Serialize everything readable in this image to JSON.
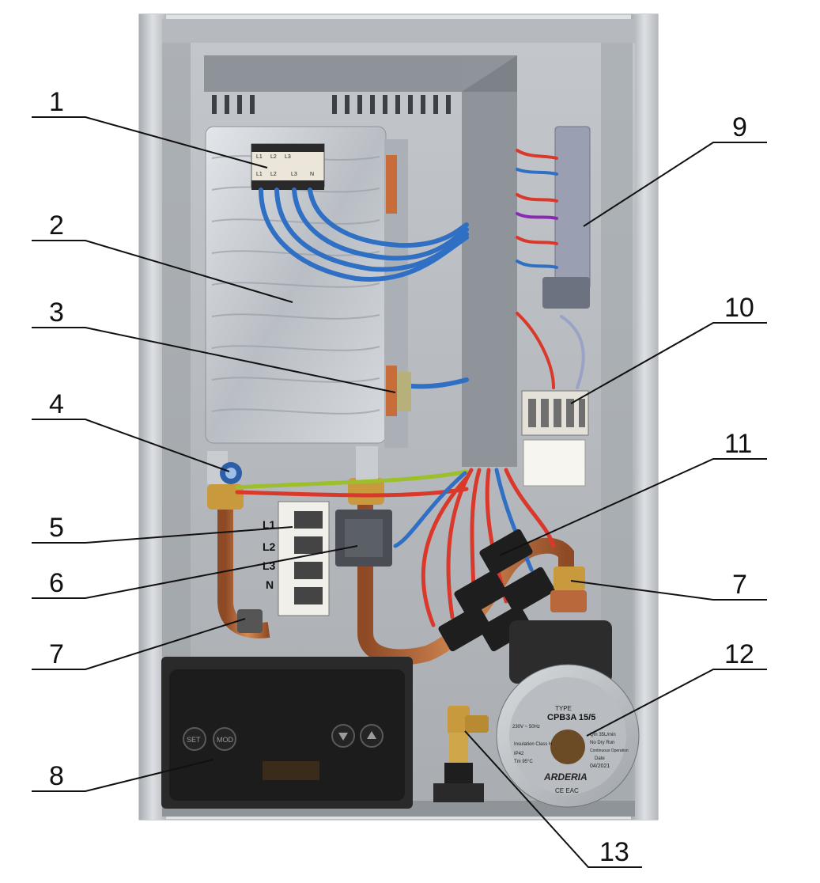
{
  "callouts": [
    {
      "id": "1",
      "label": "1"
    },
    {
      "id": "2",
      "label": "2"
    },
    {
      "id": "3",
      "label": "3"
    },
    {
      "id": "4",
      "label": "4"
    },
    {
      "id": "5",
      "label": "5"
    },
    {
      "id": "6",
      "label": "6"
    },
    {
      "id": "7a",
      "label": "7"
    },
    {
      "id": "7b",
      "label": "7"
    },
    {
      "id": "8",
      "label": "8"
    },
    {
      "id": "9",
      "label": "9"
    },
    {
      "id": "10",
      "label": "10"
    },
    {
      "id": "11",
      "label": "11"
    },
    {
      "id": "12",
      "label": "12"
    },
    {
      "id": "13",
      "label": "13"
    }
  ],
  "terminal_labels": [
    "L1",
    "L2",
    "L3",
    "N"
  ],
  "contactor_labels": {
    "top": [
      "L1",
      "L2",
      "L3"
    ],
    "bottom": [
      "L1",
      "L2",
      "L3",
      "N"
    ]
  },
  "controller": {
    "buttons": [
      "SET",
      "MOD"
    ]
  },
  "pump": {
    "type_label": "TYPE",
    "model": "CPB3A 15/5",
    "rating": "230V ~ 50Hz",
    "insulation": "Insulation Class H",
    "ip": "IP42",
    "tmax": "Tm 95°C",
    "qmax": "Qm 35L/min",
    "no_dry_run": "No Dry Run",
    "continuous": "Continuous Operation",
    "date_label": "Date",
    "date": "04/2021",
    "brand": "ARDERIA",
    "marks": "CE EAC"
  },
  "colors": {
    "cabinet": "#c9cdd2",
    "backplate": "#b4b8bc",
    "heater_foil": "#cfd3d8",
    "cable_blue": "#2f6fc4",
    "cable_red": "#d9382a",
    "copper": "#b8683a",
    "brass": "#c99a3d",
    "controller": "#1c1c1c",
    "channel": "#8e939a"
  }
}
